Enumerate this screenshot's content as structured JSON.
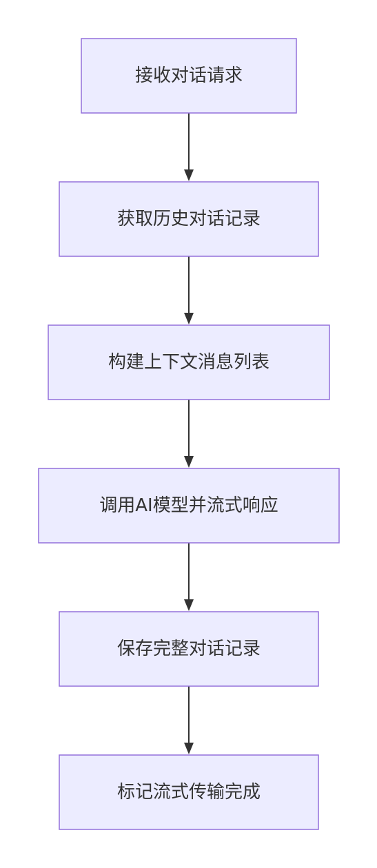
{
  "diagram": {
    "type": "flowchart",
    "direction": "top-down",
    "nodes": [
      {
        "id": "n1",
        "label": "接收对话请求"
      },
      {
        "id": "n2",
        "label": "获取历史对话记录"
      },
      {
        "id": "n3",
        "label": "构建上下文消息列表"
      },
      {
        "id": "n4",
        "label": "调用AI模型并流式响应"
      },
      {
        "id": "n5",
        "label": "保存完整对话记录"
      },
      {
        "id": "n6",
        "label": "标记流式传输完成"
      }
    ],
    "edges": [
      {
        "from": "n1",
        "to": "n2"
      },
      {
        "from": "n2",
        "to": "n3"
      },
      {
        "from": "n3",
        "to": "n4"
      },
      {
        "from": "n4",
        "to": "n5"
      },
      {
        "from": "n5",
        "to": "n6"
      }
    ]
  },
  "colors": {
    "node_fill": "#ECECFF",
    "node_stroke": "#9370DB",
    "edge": "#333333",
    "text": "#333333",
    "background": "#FFFFFF"
  }
}
